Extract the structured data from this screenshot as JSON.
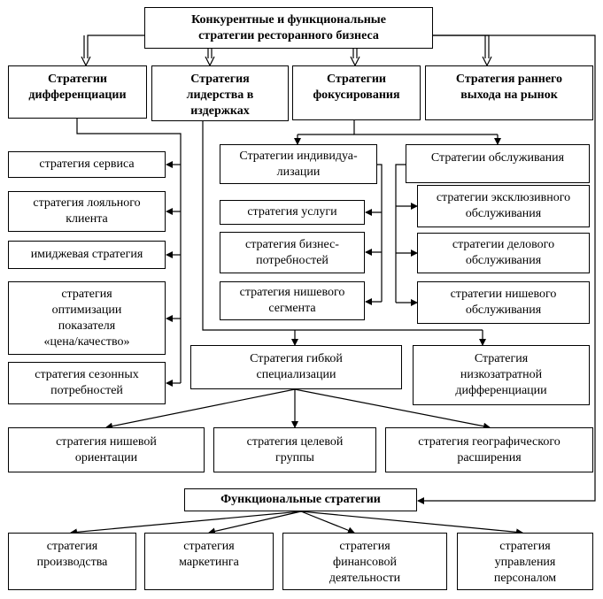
{
  "root": "Конкурентные и функциональные\nстратегии ресторанного бизнеса",
  "competitive": [
    "Стратегии\nдифференциации",
    "Стратегия\nлидерства в\nиздержках",
    "Стратегии\nфокусирования",
    "Стратегия  раннего\nвыхода на рынок"
  ],
  "differentiation": [
    "стратегия сервиса",
    "стратегия лояльного\nклиента",
    "имиджевая стратегия",
    "стратегия\nоптимизации\nпоказателя\n«цена/качество»",
    "стратегия сезонных\nпотребностей"
  ],
  "individualization": {
    "title": "Стратегии индивидуа-\nлизации",
    "items": [
      "стратегия услуги",
      "стратегия бизнес-\nпотребностей",
      "стратегия нишевого\nсегмента"
    ]
  },
  "service": {
    "title": "Стратегии обслуживания",
    "items": [
      "стратегии эксклюзивного\nобслуживания",
      "стратегии делового\nобслуживания",
      "стратегии нишевого\nобслуживания"
    ]
  },
  "flexible": "Стратегия гибкой\nспециализации",
  "lowcost": "Стратегия\nнизкозатратной\nдифференциации",
  "flexible_items": [
    "стратегия нишевой\nориентации",
    "стратегия целевой\nгруппы",
    "стратегия географического\nрасширения"
  ],
  "functional": {
    "title": "Функциональные стратегии",
    "items": [
      "стратегия\nпроизводства",
      "стратегия\nмаркетинга",
      "стратегия\nфинансовой\nдеятельности",
      "стратегия\nуправления\nперсоналом"
    ]
  }
}
